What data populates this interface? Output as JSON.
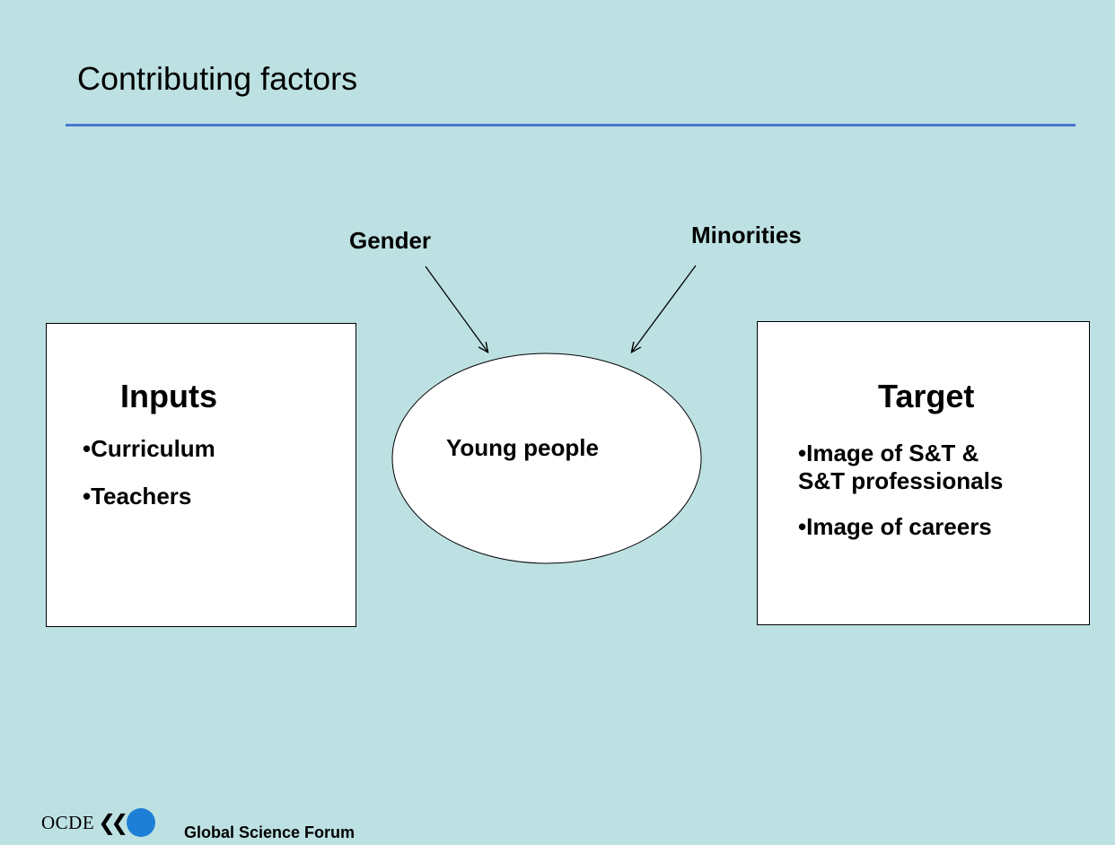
{
  "slide": {
    "title": "Contributing factors",
    "colors": {
      "background": "#bde1e2",
      "rule": "#4a76d1",
      "logo_accent": "#1e7fd6"
    }
  },
  "inputs_box": {
    "title": "Inputs",
    "bullets": [
      "•Curriculum",
      "•Teachers"
    ]
  },
  "target_box": {
    "title": "Target",
    "bullets": [
      "•Image of S&T & S&T professionals",
      "•Image of careers"
    ],
    "bullet_lines": [
      "•Image of S&T &",
      "S&T professionals"
    ]
  },
  "center": {
    "label": "Young people"
  },
  "influences": {
    "gender": "Gender",
    "minorities": "Minorities"
  },
  "footer": {
    "logo_text": "OCDE",
    "logo_chevrons": "❮❮",
    "forum": "Global Science Forum"
  }
}
